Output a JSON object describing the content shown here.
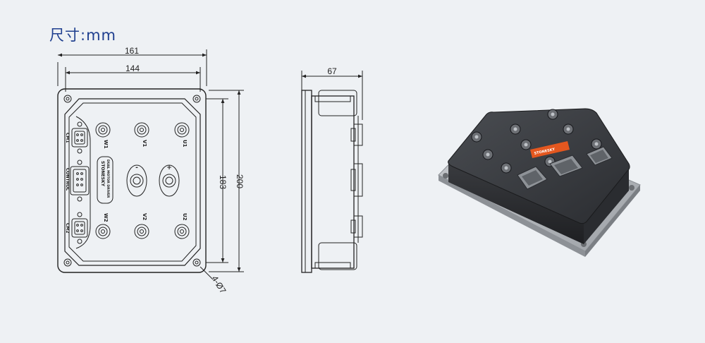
{
  "title": "尺寸:mm",
  "front_view": {
    "overall_width": "161",
    "hole_spacing_width": "144",
    "overall_height": "200",
    "hole_spacing_height": "183",
    "hole_note": "4-Ø7",
    "terminals": [
      "W1",
      "V1",
      "U1",
      "W2",
      "V2",
      "U2"
    ],
    "power_terminals": [
      "-",
      "+"
    ],
    "connector_labels": [
      "CM1",
      "CONTROL",
      "CM2"
    ],
    "logo_text": "STONESKY",
    "brand_text": "DUAL MOTOR DRIVER"
  },
  "side_view": {
    "depth": "67"
  },
  "photo": {
    "sticker_text": "STONESKY"
  },
  "colors": {
    "title": "#1f3f8f",
    "line": "#222222",
    "sticker": "#e4571f"
  }
}
